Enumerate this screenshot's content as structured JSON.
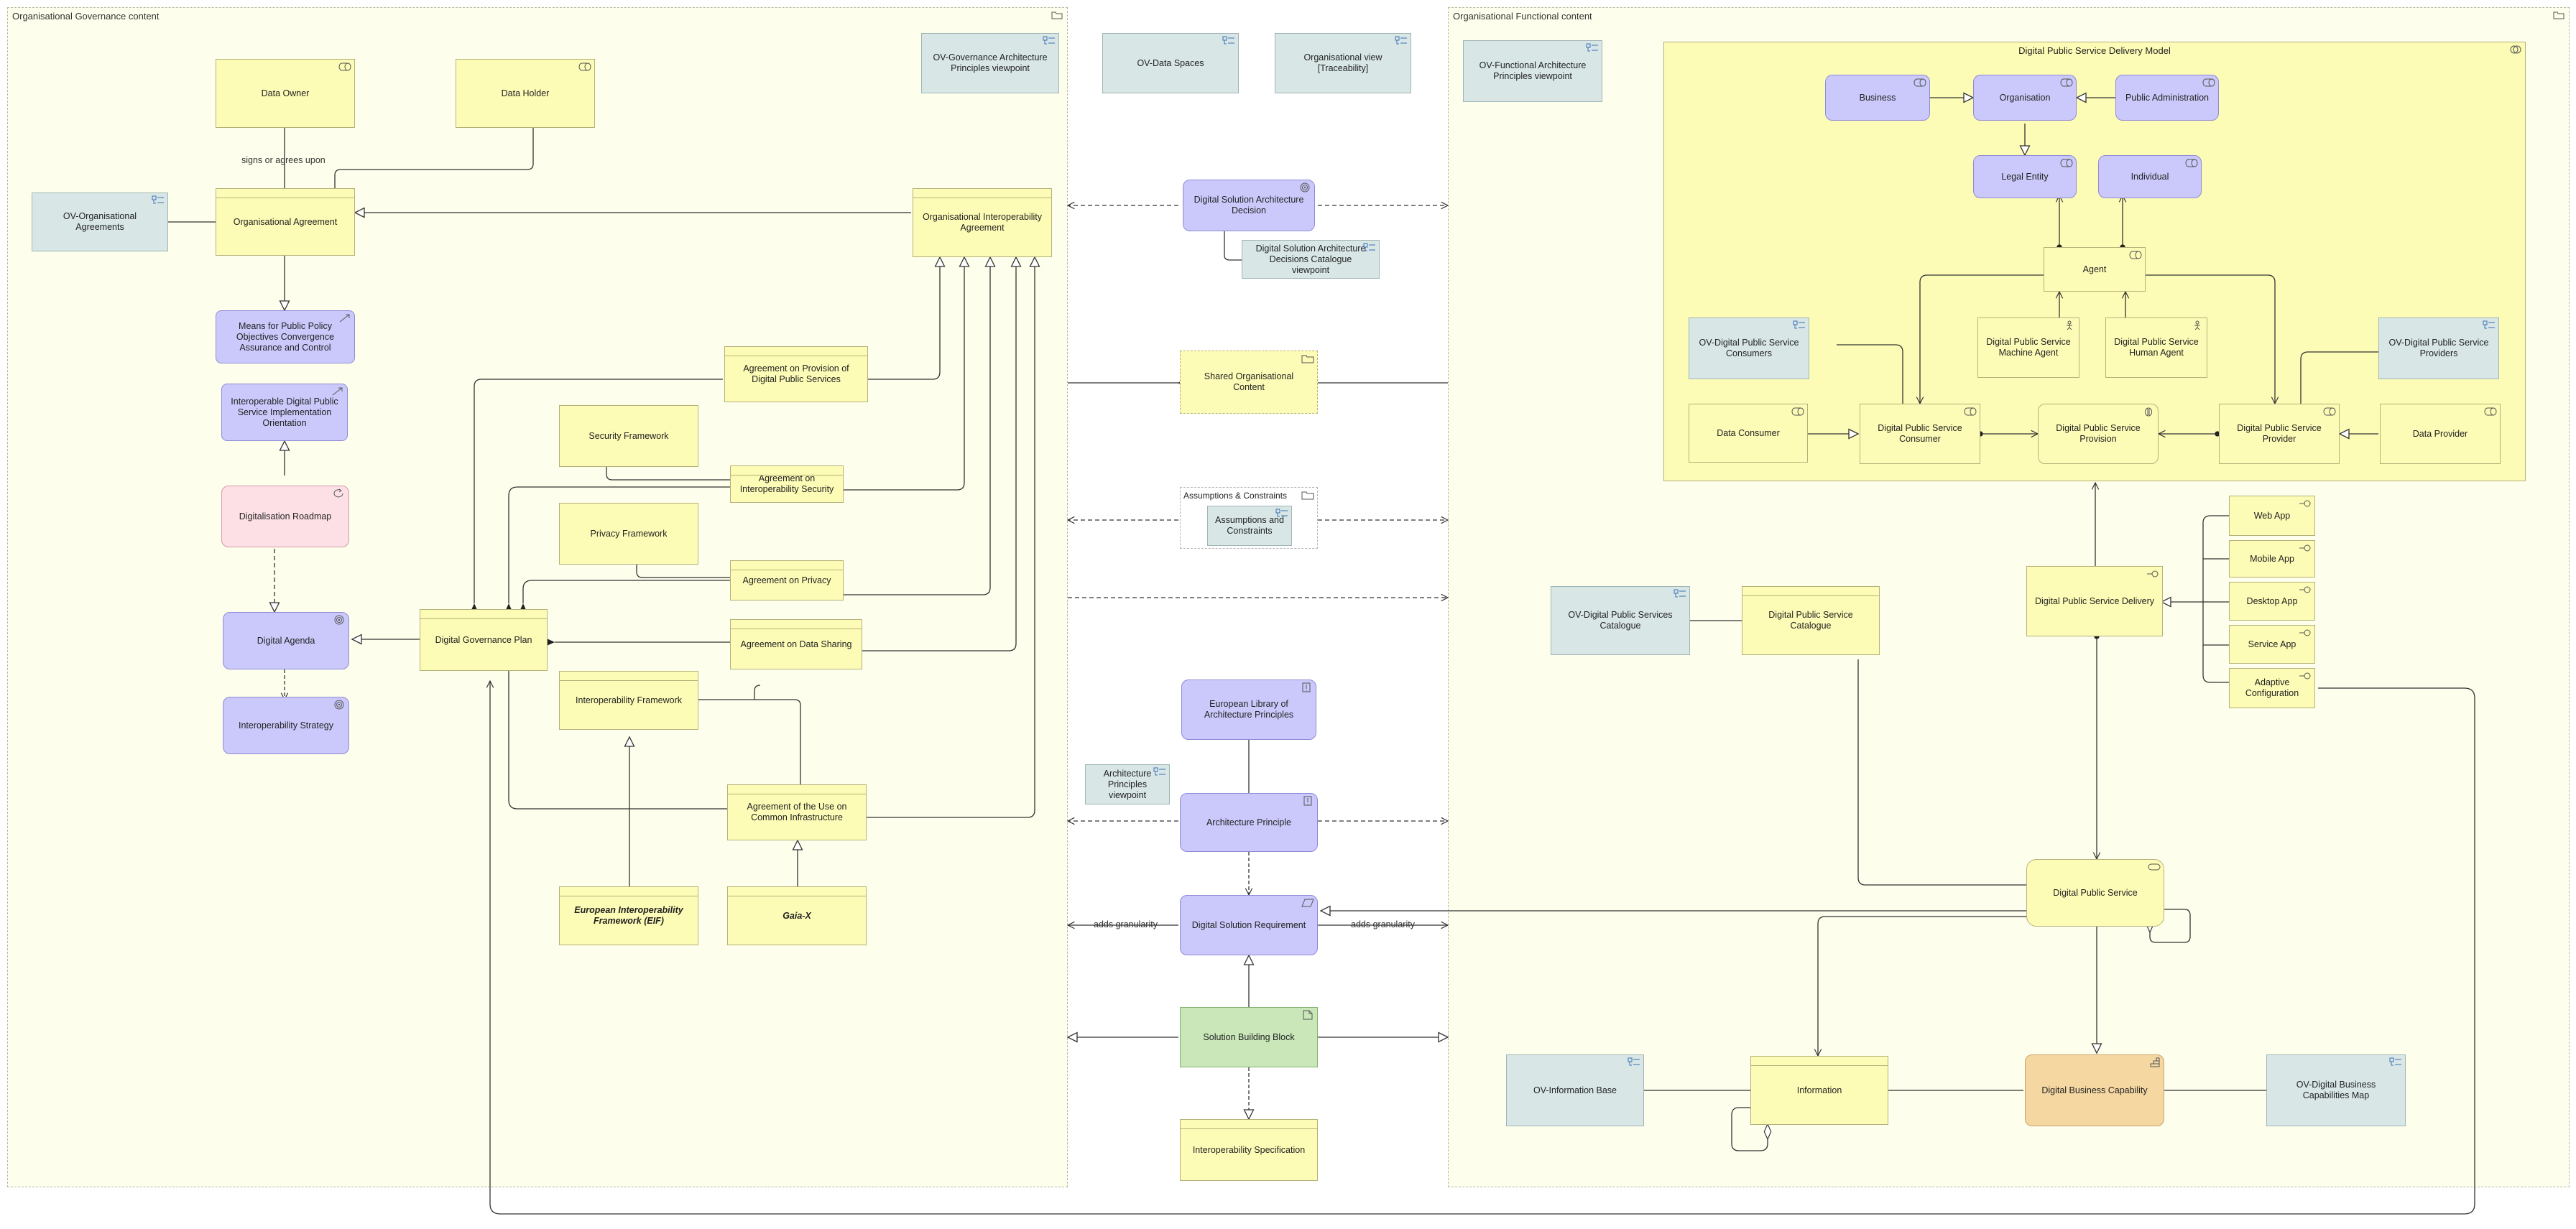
{
  "frames": {
    "governance": "Organisational Governance content",
    "functional": "Organisational Functional content",
    "delivery_model": "Digital Public Service Delivery Model"
  },
  "governance": {
    "data_owner": "Data Owner",
    "data_holder": "Data Holder",
    "ov_org_agreements": "OV-Organisational Agreements",
    "org_agreement": "Organisational Agreement",
    "signs_label": "signs or agrees upon",
    "means_policy": "Means for Public Policy Objectives Convergence Assurance and Control",
    "interop_orientation": "Interoperable Digital Public Service Implementation Orientation",
    "digitalisation_roadmap": "Digitalisation Roadmap",
    "digital_agenda": "Digital Agenda",
    "interop_strategy": "Interoperability Strategy",
    "gov_plan": "Digital Governance Plan",
    "ov_gov_principles": "OV-Governance Architecture Principles viewpoint",
    "org_interop_agreement": "Organisational Interoperability Agreement",
    "agreement_provision": "Agreement on Provision of Digital Public Services",
    "security_framework": "Security Framework",
    "agreement_security": "Agreement on Interoperability Security",
    "privacy_framework": "Privacy Framework",
    "agreement_privacy": "Agreement on Privacy",
    "agreement_data_sharing": "Agreement on Data Sharing",
    "interop_framework": "Interoperability Framework",
    "agreement_common_infra": "Agreement of the Use on Common Infrastructure",
    "eif": "European Interoperability Framework (EIF)",
    "gaia_x": "Gaia-X"
  },
  "middle": {
    "ov_data_spaces": "OV-Data Spaces",
    "org_view_traceability": "Organisational view [Traceability]",
    "dsa_decision": "Digital Solution Architecture Decision",
    "dsa_decisions_catalogue": "Digital Solution Architecture Decisions Catalogue viewpoint",
    "shared_content": "Shared Organisational Content",
    "assumptions_group": "Assumptions & Constraints",
    "assumptions_view": "Assumptions and Constraints",
    "elap": "European Library of Architecture Principles",
    "arch_principles_view": "Architecture Principles viewpoint",
    "arch_principle": "Architecture Principle",
    "dsr": "Digital Solution Requirement",
    "adds_granularity_left": "adds granularity",
    "adds_granularity_right": "adds granularity",
    "sbb": "Solution Building Block",
    "interop_spec": "Interoperability Specification"
  },
  "functional": {
    "ov_func_principles": "OV-Functional Architecture Principles viewpoint",
    "business": "Business",
    "organisation": "Organisation",
    "public_admin": "Public Administration",
    "legal_entity": "Legal Entity",
    "individual": "Individual",
    "agent": "Agent",
    "ov_consumers": "OV-Digital Public Service Consumers",
    "machine_agent": "Digital Public Service Machine Agent",
    "human_agent": "Digital Public Service Human Agent",
    "ov_providers": "OV-Digital Public Service Providers",
    "data_consumer": "Data Consumer",
    "dps_consumer": "Digital Public Service Consumer",
    "dps_provision": "Digital Public Service Provision",
    "dps_provider": "Digital Public Service Provider",
    "data_provider": "Data Provider",
    "ov_catalogue": "OV-Digital Public Services Catalogue",
    "dps_catalogue": "Digital Public Service Catalogue",
    "dps_delivery": "Digital Public Service Delivery",
    "web_app": "Web App",
    "mobile_app": "Mobile App",
    "desktop_app": "Desktop App",
    "service_app": "Service App",
    "adaptive_config": "Adaptive Configuration",
    "dps": "Digital Public Service",
    "ov_info_base": "OV-Information Base",
    "information": "Information",
    "dbc": "Digital Business Capability",
    "ov_dbc_map": "OV-Digital Business Capabilities Map"
  }
}
